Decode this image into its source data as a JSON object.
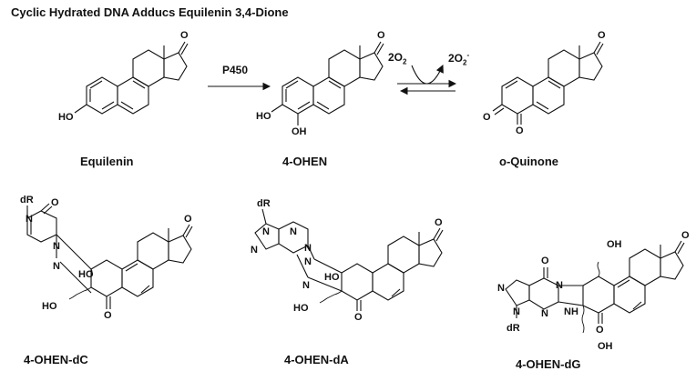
{
  "title": "Cyclic Hydrated DNA Adducs Equilenin 3,4-Dione",
  "reaction": {
    "enzyme": "P450",
    "reagent_left": "2O2",
    "reagent_right": "2O2-"
  },
  "compounds": {
    "equilenin": "Equilenin",
    "ohen": "4-OHEN",
    "quinone": "o-Quinone",
    "dc": "4-OHEN-dC",
    "da": "4-OHEN-dA",
    "dg": "4-OHEN-dG"
  },
  "atoms": {
    "oxo": "O",
    "ho": "HO",
    "oh": "OH",
    "n": "N",
    "nh": "NH",
    "dr": "dR"
  }
}
